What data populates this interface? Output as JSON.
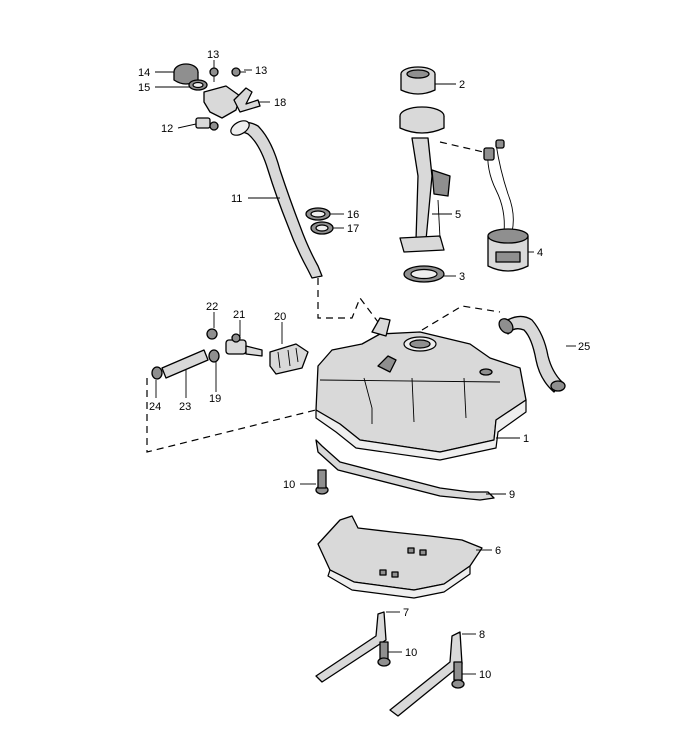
{
  "callouts": {
    "c1": "1",
    "c2": "2",
    "c3": "3",
    "c4": "4",
    "c5": "5",
    "c6": "6",
    "c7": "7",
    "c8": "8",
    "c9": "9",
    "c10a": "10",
    "c10b": "10",
    "c10c": "10",
    "c11": "11",
    "c12": "12",
    "c13a": "13",
    "c13b": "13",
    "c14": "14",
    "c15": "15",
    "c16": "16",
    "c17": "17",
    "c18": "18",
    "c19": "19",
    "c20": "20",
    "c21": "21",
    "c22": "22",
    "c23": "23",
    "c24": "24",
    "c25": "25"
  }
}
